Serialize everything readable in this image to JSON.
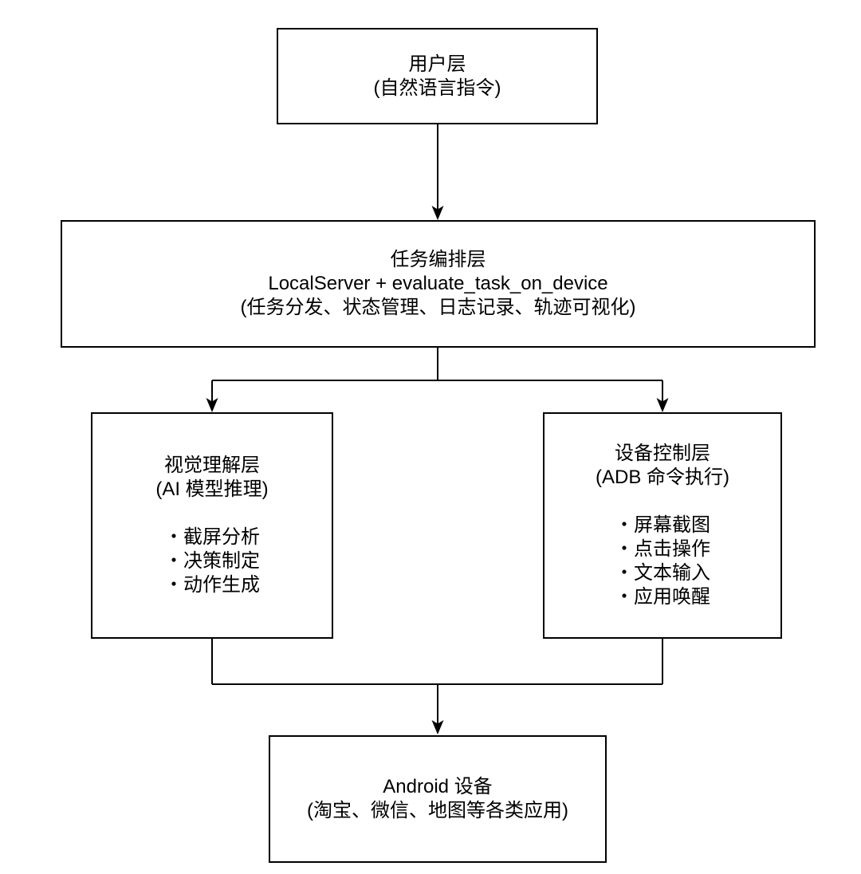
{
  "page": {
    "background_color": "#ffffff"
  },
  "diagram": {
    "stroke_color": "#000000",
    "text_color": "#000000",
    "nodes": {
      "user_layer": {
        "line1": "用户层",
        "line2": "(自然语言指令)"
      },
      "orchestration_layer": {
        "line1": "任务编排层",
        "line2": "LocalServer + evaluate_task_on_device",
        "line3": "(任务分发、状态管理、日志记录、轨迹可视化)"
      },
      "vision_layer": {
        "line1": "视觉理解层",
        "line2": "(AI 模型推理)",
        "bullet1": "・截屏分析",
        "bullet2": "・决策制定",
        "bullet3": "・动作生成"
      },
      "device_control_layer": {
        "line1": "设备控制层",
        "line2": "(ADB 命令执行)",
        "bullet1": "・屏幕截图",
        "bullet2": "・点击操作",
        "bullet3": "・文本输入",
        "bullet4": "・应用唤醒"
      },
      "android_device": {
        "line1": "Android 设备",
        "line2": "(淘宝、微信、地图等各类应用)"
      }
    }
  }
}
